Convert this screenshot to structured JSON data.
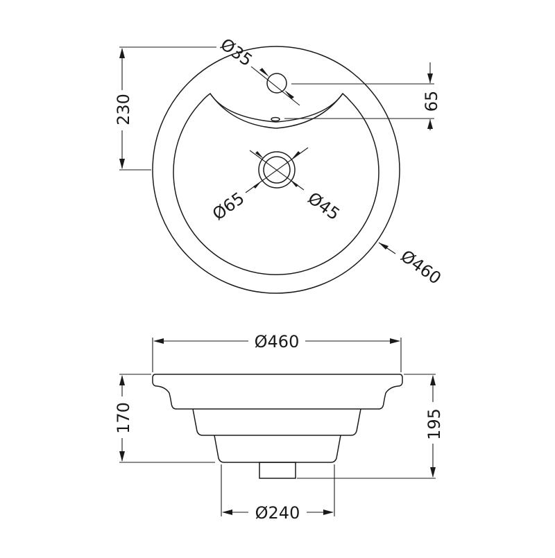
{
  "title": "Round basin technical drawing",
  "colors": {
    "line": "#1a1a1a",
    "background": "#ffffff"
  },
  "plan_view": {
    "tap_hole_diameter": "Ø35",
    "tap_to_overflow": "65",
    "depth_to_centre": "230",
    "waste_outer_diameter": "Ø65",
    "waste_inner_diameter": "Ø45",
    "overall_diameter": "Ø460"
  },
  "side_view": {
    "top_diameter": "Ø460",
    "base_diameter": "Ø240",
    "bowl_height": "170",
    "total_height": "195"
  }
}
